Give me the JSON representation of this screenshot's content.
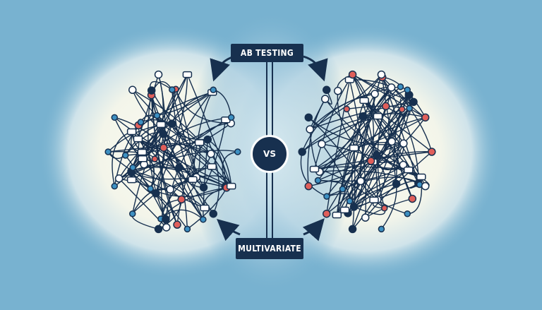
{
  "labels": {
    "top": "AB TESTING",
    "center": "VS",
    "bottom": "MULTIVARIATE"
  },
  "colors": {
    "background": "#78b2d0",
    "glow": "#f6f6e6",
    "ink": "#17304f",
    "node_blue": "#3d90c2",
    "node_red": "#e05f5a",
    "node_light": "#ffffff"
  },
  "icons": [
    "network-node-icon",
    "arrow-curve-icon"
  ]
}
